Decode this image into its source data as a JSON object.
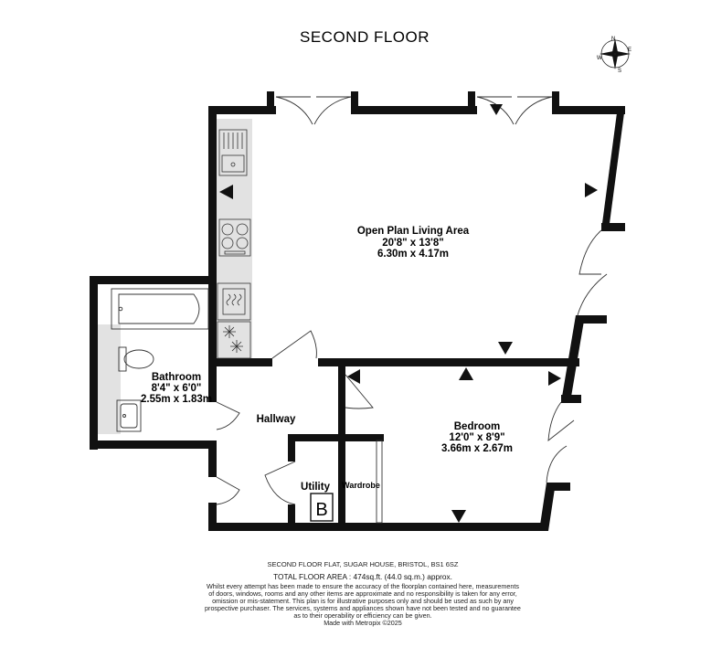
{
  "floor_title": "SECOND FLOOR",
  "rooms": {
    "living": {
      "name": "Open Plan Living Area",
      "dim_imperial": "20'8\"  x 13'8\"",
      "dim_metric": "6.30m  x 4.17m"
    },
    "bathroom": {
      "name": "Bathroom",
      "dim_imperial": "8'4\"  x 6'0\"",
      "dim_metric": "2.55m  x 1.83m"
    },
    "bedroom": {
      "name": "Bedroom",
      "dim_imperial": "12'0\"  x 8'9\"",
      "dim_metric": "3.66m  x 2.67m"
    },
    "hallway": {
      "name": "Hallway"
    },
    "utility": {
      "name": "Utility",
      "boiler_letter": "B"
    },
    "wardrobe": {
      "name": "Wardrobe"
    }
  },
  "compass": {
    "n": "N",
    "e": "E",
    "s": "S",
    "w": "W"
  },
  "footer": {
    "address": "SECOND FLOOR FLAT, SUGAR HOUSE, BRISTOL, BS1 6SZ",
    "total_area": "TOTAL FLOOR AREA : 474sq.ft. (44.0 sq.m.) approx.",
    "disclaimer": [
      "Whilst every attempt has been made to ensure the accuracy of the floorplan contained here, measurements",
      "of doors, windows, rooms and any other items are approximate and no responsibility is taken for any error,",
      "omission or mis-statement. This plan is for illustrative purposes only and should be used as such by any",
      "prospective purchaser. The services, systems and appliances shown have not been tested and no guarantee",
      "as to their operability or efficiency can be given.",
      "Made with Metropix ©2025"
    ]
  },
  "colors": {
    "wall": "#111111",
    "kitchen_strip": "#e2e2e2",
    "bath_strip": "#e2e2e2"
  }
}
